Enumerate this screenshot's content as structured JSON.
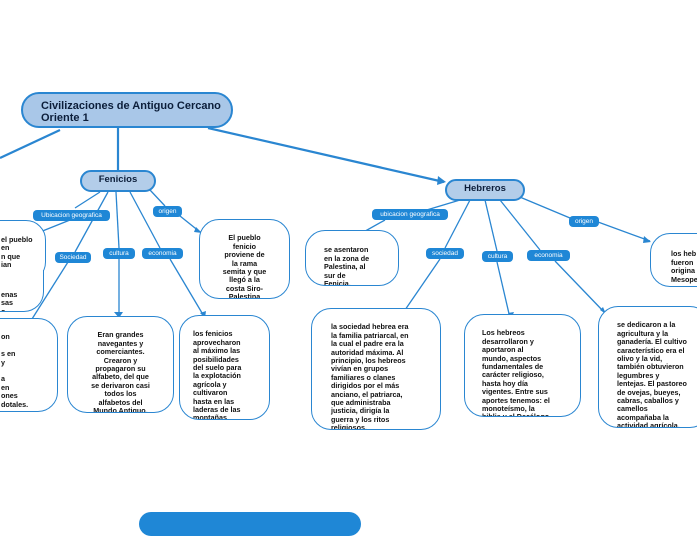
{
  "main": {
    "title": "Civilizaciones de Antiguo Cercano Oriente 1"
  },
  "fenicios": {
    "title": "Fenicios",
    "tags": {
      "ubicacion": "Ubicacion geografica",
      "origen": "origen",
      "sociedad": "Sociedad",
      "cultura": "cultura",
      "economia": "economia"
    },
    "leaves": {
      "ubicacion": "el pueblo\nen\nn que\nian\namente\nia",
      "ubicacion2": "enas\nsas\no.",
      "origen": "El pueblo\nfenicio\nproviene de\nla rama\nsemita y que\nllegó a la\ncosta Siro-\nPalestina",
      "sociedad": "on\n\ns en\ny\n\na\nen\nones\ndotales.",
      "cultura": "Eran grandes\nnavegantes y\ncomerciantes.\nCrearon y\npropagaron su\nalfabeto, del que\nse derivaron casi\ntodos los\nalfabetos del\nMundo Antiguo.",
      "economia": "los fenicios\naprovecharon\nal máximo las\nposibilidades\ndel suelo para\nla explotación\nagrícola y\ncultivaron\nhasta en las\nladeras de las\nmontañas"
    }
  },
  "hebreos": {
    "title": "Hebreros",
    "tags": {
      "ubicacion": "ubicacion geografica",
      "origen": "origen",
      "sociedad": "sociedad",
      "cultura": "cultura",
      "economia": "economia"
    },
    "leaves": {
      "ubicacion": "se asentaron\nen la zona de\nPalestina, al\nsur de\nFenicia.",
      "origen": "los heb\nfueron\norigina\nMesope",
      "sociedad": "la sociedad hebrea era\nla familia patriarcal, en\nla cual el padre era la\nautoridad máxima. Al\nprincipio, los hebreos\nvivían en grupos\nfamiliares o clanes\ndirigidos por el más\nanciano, el patriarca,\nque administraba\njusticia, dirigía la\nguerra y los ritos\nreligiosos.",
      "cultura": "Los hebreos\ndesarrollaron y\naportaron al\nmundo, aspectos\nfundamentales de\ncarácter religioso,\nhasta hoy día\nvigentes. Entre sus\naportes tenemos: el\nmonoteísmo, la\nbiblia y el Decálogo.",
      "economia": "se dedicaron a la\nagricultura y la\nganadería. El cultivo\ncaracterístico era el\nolivo y la vid,\ntambién obtuvieron\nlegumbres y\nlentejas. El pastoreo\nde ovejas, bueyes,\ncabras, caballos y\ncamellos\nacompañaba la\nactividad agrícola."
    }
  },
  "colors": {
    "accent": "#1f87d6",
    "topic_fill": "#b3cde9",
    "main_fill": "#a9c7e8"
  }
}
